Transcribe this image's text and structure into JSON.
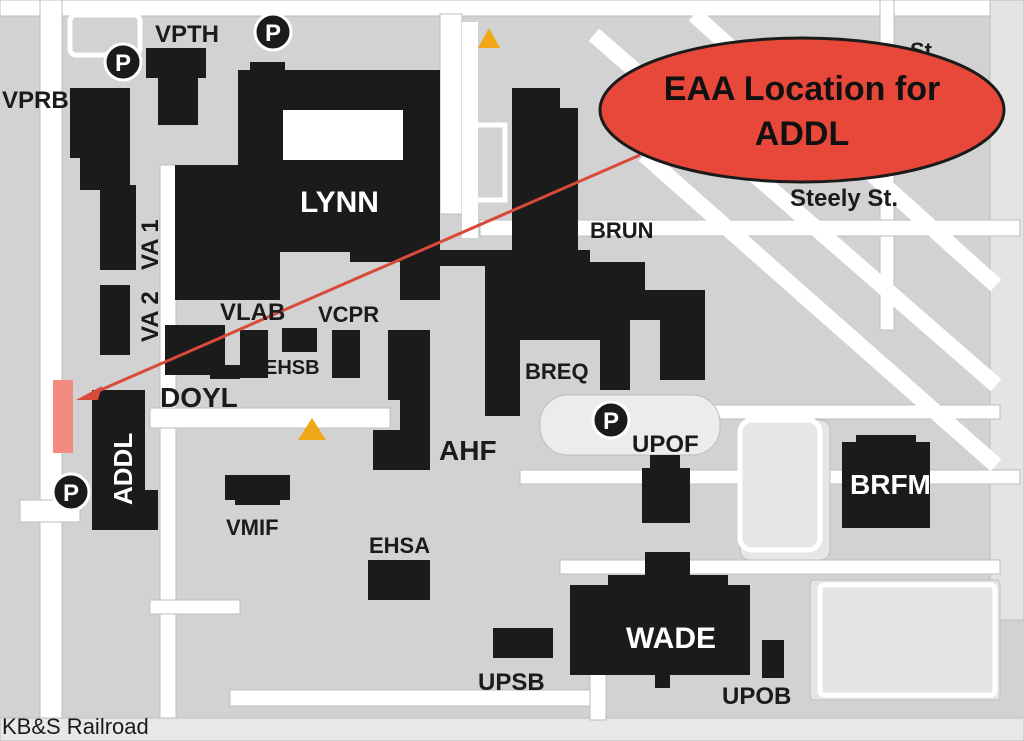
{
  "callout": {
    "line1": "EAA Location for",
    "line2": "ADDL",
    "fill_color": "#e8483a"
  },
  "streets": {
    "steely": "Steely St.",
    "st_fragment": "St",
    "railroad": "KB&S Railroad"
  },
  "buildings": {
    "vpth": "VPTH",
    "vprb": "VPRB",
    "lynn": "LYNN",
    "va1": "VA 1",
    "va2": "VA 2",
    "brun": "BRUN",
    "vlab": "VLAB",
    "vcpr": "VCPR",
    "ehsb": "EHSB",
    "breq": "BREQ",
    "doyl": "DOYL",
    "addl": "ADDL",
    "ahf": "AHF",
    "upof": "UPOF",
    "brfm": "BRFM",
    "vmif": "VMIF",
    "ehsa": "EHSA",
    "wade": "WADE",
    "upsb": "UPSB",
    "upob": "UPOB"
  },
  "parking": {
    "symbol": "P"
  },
  "colors": {
    "background": "#d2d2d2",
    "road": "#ffffff",
    "building": "#1b1b1b",
    "marker": "#f28a80",
    "triangle": "#f0a818",
    "arrow": "#d94a3a"
  }
}
